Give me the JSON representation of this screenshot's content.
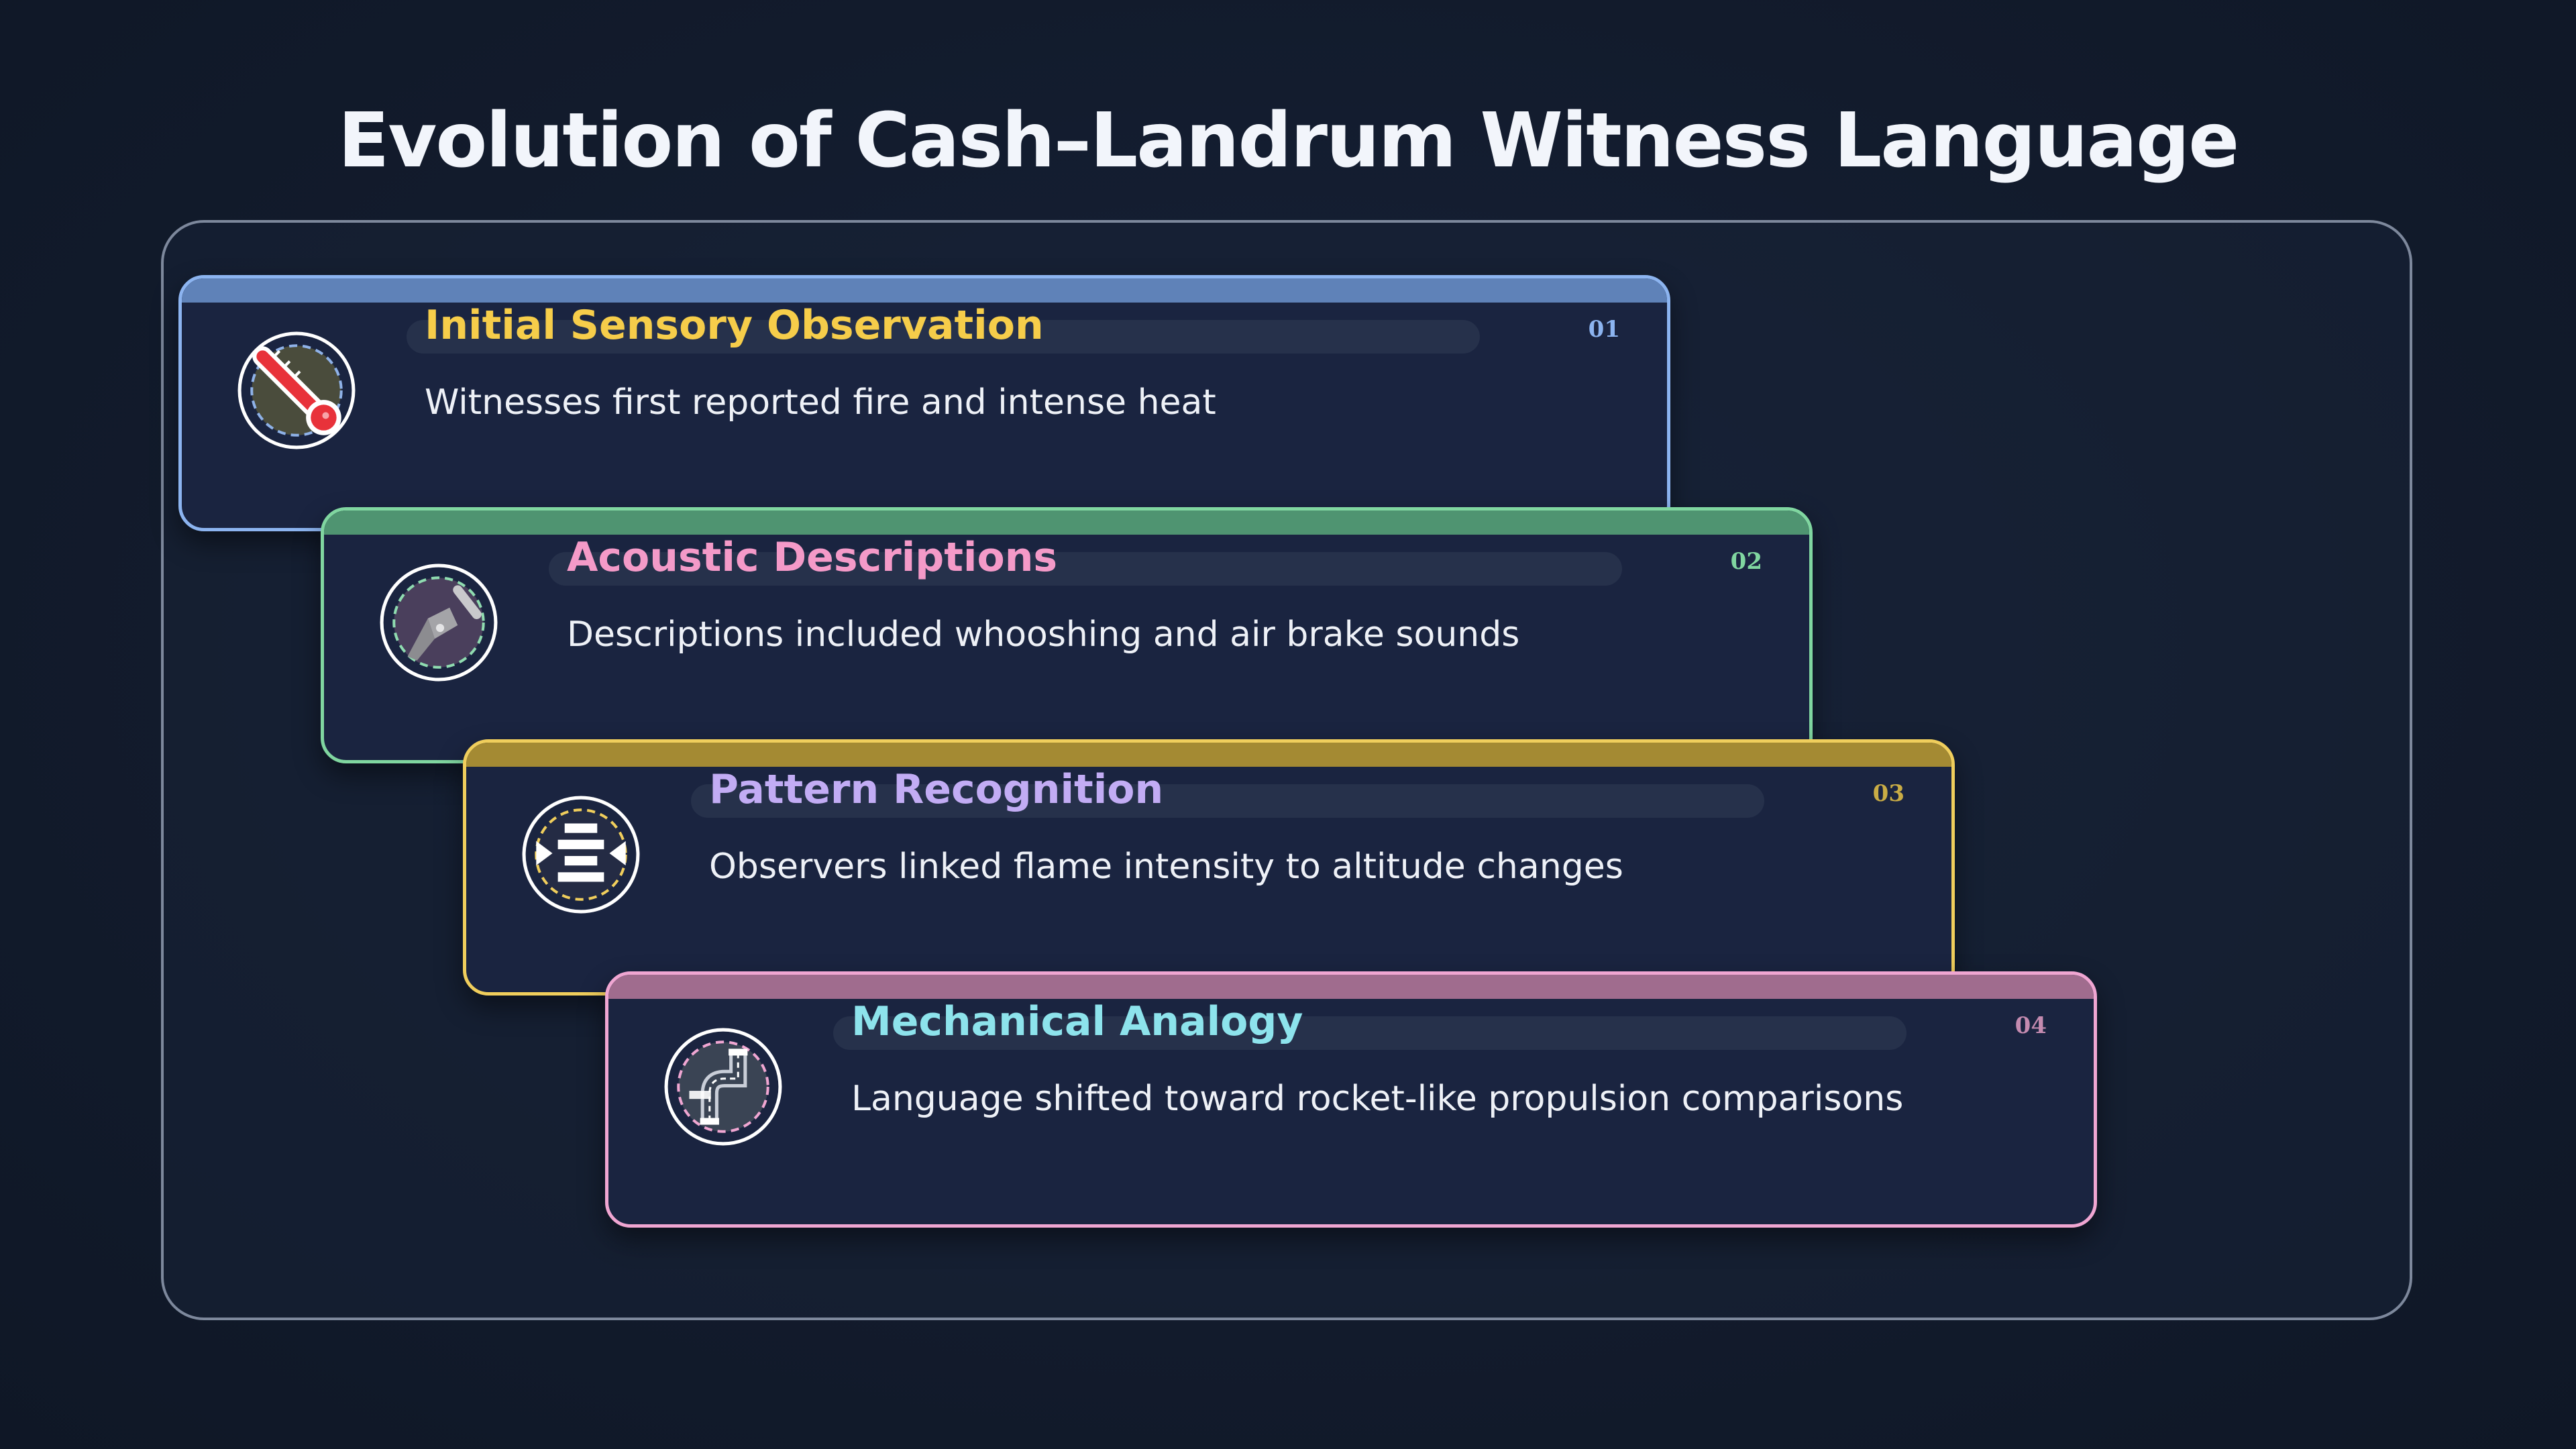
{
  "title": "Evolution of Cash–Landrum Witness Language",
  "cards": [
    {
      "number": "01",
      "title": "Initial Sensory Observation",
      "description": "Witnesses first reported fire and intense heat",
      "icon": "thermometer-icon",
      "border_color": "#8cb4f0",
      "bar_color": "#5f82b8",
      "title_color": "#f6cd4a",
      "number_color": "#8cb4f0"
    },
    {
      "number": "02",
      "title": "Acoustic Descriptions",
      "description": "Descriptions included whooshing and air brake sounds",
      "icon": "pipette-icon",
      "border_color": "#80d6a0",
      "bar_color": "#4f9471",
      "title_color": "#f49ac8",
      "number_color": "#80d6a0"
    },
    {
      "number": "03",
      "title": "Pattern Recognition",
      "description": "Observers linked flame intensity to altitude changes",
      "icon": "align-center-icon",
      "border_color": "#f0ce5c",
      "bar_color": "#a48a33",
      "title_color": "#c2acf4",
      "number_color": "#c9ac45"
    },
    {
      "number": "04",
      "title": "Mechanical Analogy",
      "description": "Language shifted toward rocket-like propulsion comparisons",
      "icon": "pipe-icon",
      "border_color": "#f0a6d2",
      "bar_color": "#a06c8e",
      "title_color": "#8de3ec",
      "number_color": "#c48bb0"
    }
  ]
}
